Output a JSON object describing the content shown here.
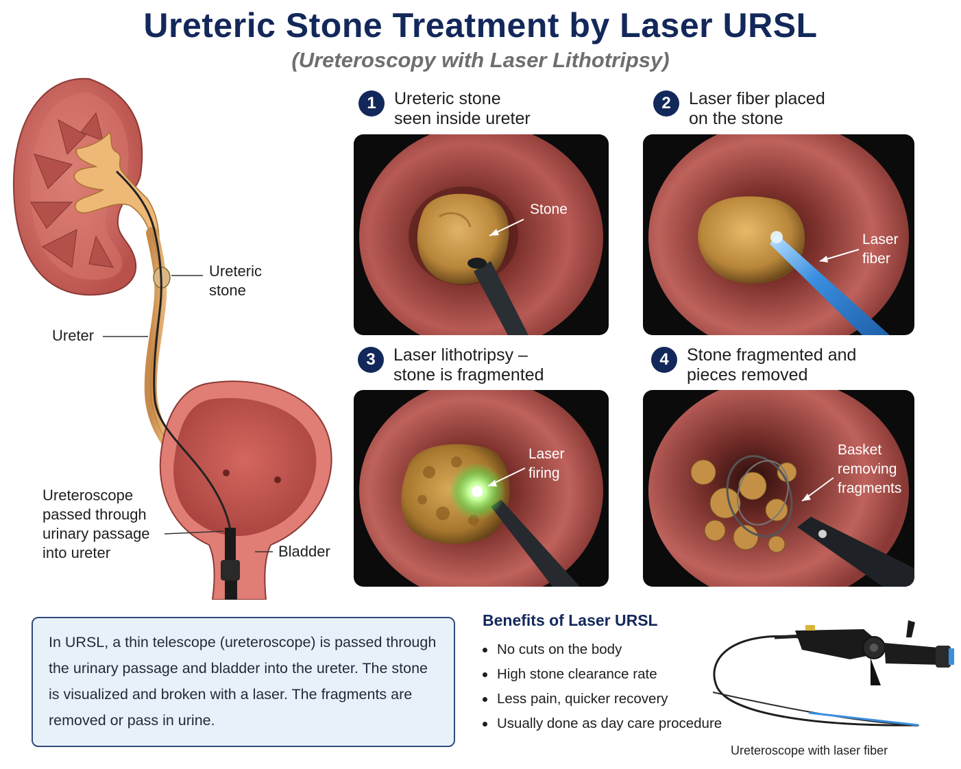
{
  "header": {
    "title": "Ureteric Stone Treatment by Laser URSL",
    "subtitle": "(Ureteroscopy with Laser Lithotripsy)"
  },
  "anatomy": {
    "labels": {
      "ureteric_stone": "Ureteric\nstone",
      "ureter": "Ureter",
      "ureteroscope": "Ureteroscope\npassed through\nurinary passage\ninto ureter",
      "bladder": "Bladder"
    }
  },
  "steps": [
    {
      "number": "1",
      "title": "Ureteric stone\nseen inside ureter",
      "view_label": "Stone"
    },
    {
      "number": "2",
      "title": "Laser fiber placed\non the stone",
      "view_label": "Laser\nfiber"
    },
    {
      "number": "3",
      "title": "Laser lithotripsy –\nstone is fragmented",
      "view_label": "Laser\nfiring"
    },
    {
      "number": "4",
      "title": "Stone fragmented and\npieces removed",
      "view_label": "Basket\nremoving\nfragments"
    }
  ],
  "info": {
    "text": "In URSL, a thin telescope (ureteroscope) is passed through the urinary passage and bladder into the ureter. The stone is visualized and broken with a laser. The fragments are removed or pass in urine."
  },
  "benefits": {
    "title": "Benefits of Laser URSL",
    "items": [
      "No cuts on the body",
      "High stone clearance rate",
      "Less pain, quicker recovery",
      "Usually done as day care procedure"
    ]
  },
  "device": {
    "caption": "Ureteroscope with laser fiber"
  },
  "colors": {
    "brand_navy": "#13285a",
    "kidney": "#c9605a",
    "tissue": "#b55a55",
    "stone": "#c99a4a",
    "laser_blue": "#3a8fe0",
    "laser_green": "#9dff6a"
  }
}
